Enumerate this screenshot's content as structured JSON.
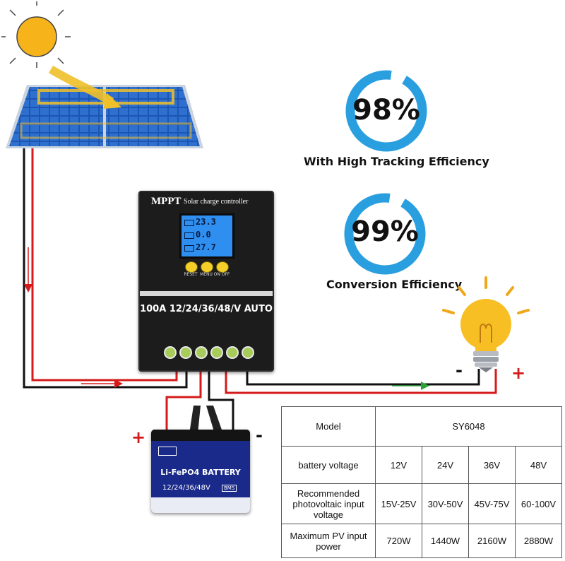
{
  "efficiency": [
    {
      "value": "98%",
      "caption": "With High Tracking Efficiency"
    },
    {
      "value": "99%",
      "caption": "Conversion Efficiency"
    }
  ],
  "controller": {
    "brand": "MPPT",
    "subtitle": "Solar charge controller",
    "model_line": "100A 12/24/36/48/V AUTO",
    "lcd": [
      "23.3",
      "0.0",
      "27.7"
    ],
    "buttons": [
      "RESET",
      "MENU",
      "ON OFF"
    ]
  },
  "battery": {
    "title": "Li-FePO4 BATTERY",
    "voltages": "12/24/36/48V",
    "badge": "BMS",
    "plus": "+",
    "minus": "-"
  },
  "load": {
    "plus": "+",
    "minus": "-"
  },
  "colors": {
    "wire_red": "#d41a1a",
    "wire_black": "#111111",
    "ring": "#2a9fe0",
    "flow_green": "#2fa03a",
    "lcd": "#2f8ff0",
    "button": "#f4cf2a",
    "terminal": "#a7cc5a"
  },
  "icons": [
    "sun-icon",
    "solar-panel-icon",
    "light-bulb-icon"
  ],
  "spec_table": {
    "model_label": "Model",
    "model_value": "SY6048",
    "rows": [
      {
        "label": "battery voltage",
        "values": [
          "12V",
          "24V",
          "36V",
          "48V"
        ]
      },
      {
        "label": "Recommended photovoltaic input voltage",
        "values": [
          "15V-25V",
          "30V-50V",
          "45V-75V",
          "60-100V"
        ]
      },
      {
        "label": "Maximum PV input power",
        "values": [
          "720W",
          "1440W",
          "2160W",
          "2880W"
        ]
      }
    ]
  }
}
